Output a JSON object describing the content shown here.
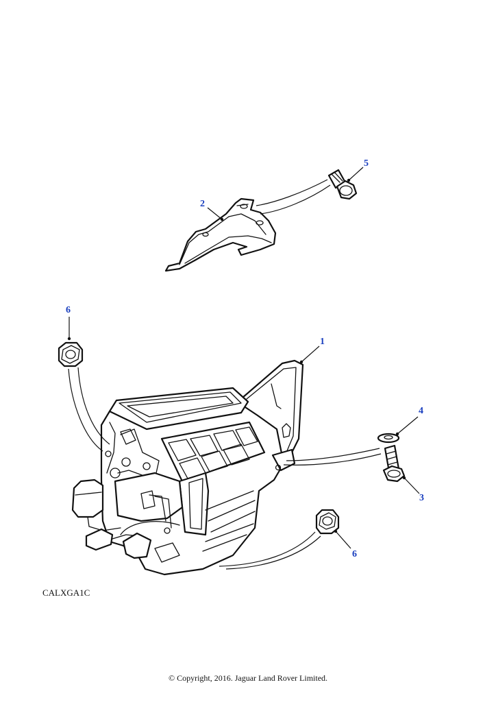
{
  "callouts": {
    "c1": "1",
    "c2": "2",
    "c3": "3",
    "c4": "4",
    "c5": "5",
    "c6a": "6",
    "c6b": "6"
  },
  "drawing_code": "CALXGA1C",
  "copyright": "© Copyright, 2016. Jaguar Land Rover Limited.",
  "colors": {
    "callout": "#1a3fbf",
    "line": "#111111",
    "background": "#ffffff"
  }
}
